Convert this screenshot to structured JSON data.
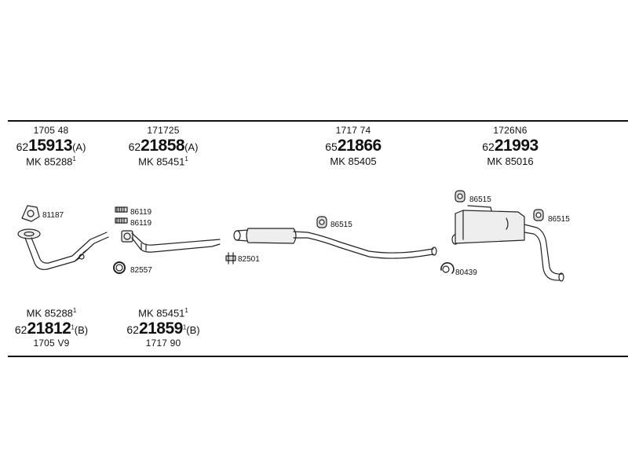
{
  "top_labels": [
    {
      "code": "1705 48",
      "prefix": "62",
      "number": "15913",
      "suffix": "(A)",
      "mk": "MK 85288",
      "mk_sup": "1"
    },
    {
      "code": "171725",
      "prefix": "62",
      "number": "21858",
      "suffix": "(A)",
      "mk": "MK 85451",
      "mk_sup": "1"
    },
    {
      "code": "1717 74",
      "prefix": "65",
      "number": "21866",
      "suffix": "",
      "mk": "MK 85405",
      "mk_sup": ""
    },
    {
      "code": "1726N6",
      "prefix": "62",
      "number": "21993",
      "suffix": "",
      "mk": "MK 85016",
      "mk_sup": ""
    }
  ],
  "bottom_labels": [
    {
      "mk": "MK 85288",
      "mk_sup": "1",
      "prefix": "62",
      "number": "21812",
      "number_sup": "1",
      "suffix": "(B)",
      "code": "1705 V9"
    },
    {
      "mk": "MK 85451",
      "mk_sup": "1",
      "prefix": "62",
      "number": "21859",
      "number_sup": "1",
      "suffix": "(B)",
      "code": "1717 90"
    }
  ],
  "callouts": {
    "c81187": "81187",
    "c86119a": "86119",
    "c86119b": "86119",
    "c82557": "82557",
    "c82501": "82501",
    "c86515a": "86515",
    "c86515b": "86515",
    "c86515c": "86515",
    "c80439": "80439"
  }
}
